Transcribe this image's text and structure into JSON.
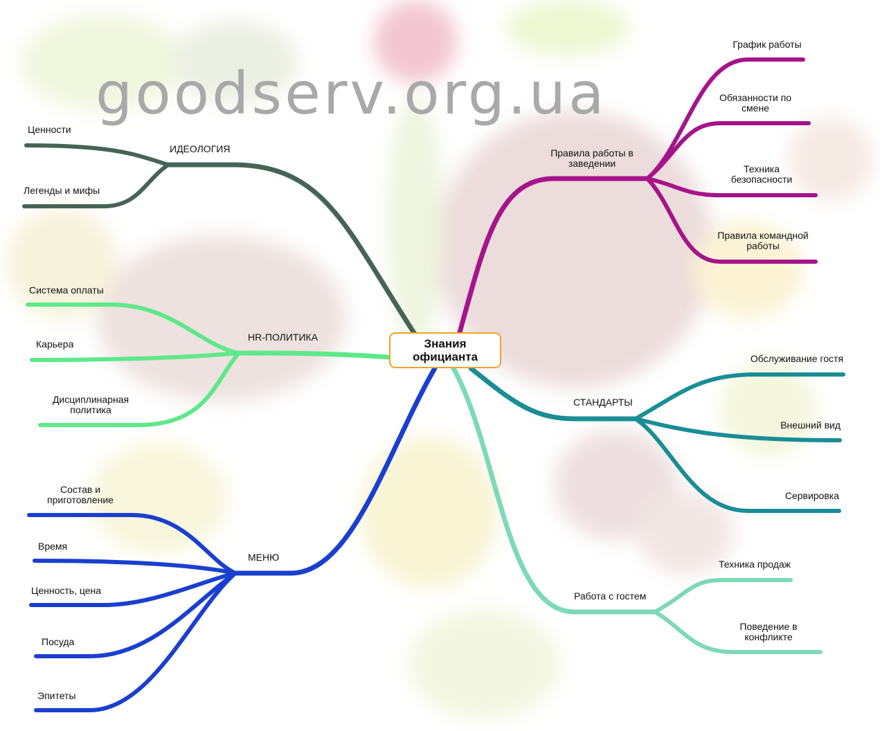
{
  "watermark": "goodserv.org.ua",
  "center": {
    "line1": "Знания",
    "line2": "официанта"
  },
  "colors": {
    "ideology": "#456456",
    "hr": "#5ee88a",
    "menu": "#1a3fd0",
    "rules": "#a5148a",
    "standards": "#1a8d96",
    "guest": "#7dd9b8",
    "center_border": "#f0a425"
  },
  "branches": {
    "ideology": {
      "label": "ИДЕОЛОГИЯ",
      "children": [
        "Ценности",
        "Легенды и мифы"
      ]
    },
    "hr": {
      "label": "HR-ПОЛИТИКА",
      "children": [
        "Система оплаты",
        "Карьера",
        "Дисциплинарная политика"
      ],
      "discipline_l1": "Дисциплинарная",
      "discipline_l2": "политика"
    },
    "menu": {
      "label": "МЕНЮ",
      "children": [
        "Время",
        "Ценность, цена",
        "Посуда",
        "Эпитеты"
      ],
      "compose_l1": "Состав  и",
      "compose_l2": "приготовление"
    },
    "rules": {
      "label_l1": "Правила  работы  в",
      "label_l2": "заведении",
      "schedule": "График работы",
      "duties_l1": "Обязанности  по",
      "duties_l2": "смене",
      "safety_l1": "Техника",
      "safety_l2": "безопасности",
      "team_l1": "Правила  командной",
      "team_l2": "работы"
    },
    "standards": {
      "label": "СТАНДАРТЫ",
      "children": [
        "Обслуживание гостя",
        "Внешний вид",
        "Сервировка"
      ]
    },
    "guest": {
      "label": "Работа с гостем",
      "sales": "Техника продаж",
      "conflict_l1": "Поведение  в",
      "conflict_l2": "конфликте"
    }
  }
}
